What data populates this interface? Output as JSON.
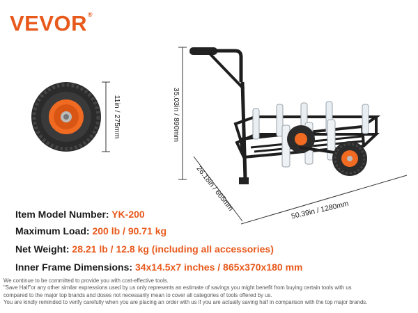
{
  "brand": {
    "name": "VEVOR",
    "reg_mark": "®",
    "color": "#e8591c"
  },
  "dimensions": {
    "wheel_diameter": "11in / 275mm",
    "height": "35.03in / 890mm",
    "width": "26.18in / 665mm",
    "length": "50.39in / 1280mm"
  },
  "specs": [
    {
      "label": "Item Model Number: ",
      "value": "YK-200"
    },
    {
      "label": "Maximum Load: ",
      "value": "200 lb / 90.71 kg"
    },
    {
      "label": "Net Weight: ",
      "value": "28.21 lb / 12.8 kg (including all accessories)"
    },
    {
      "label": "Inner Frame Dimensions: ",
      "value": "34x14.5x7 inches / 865x370x180 mm"
    }
  ],
  "disclaimer": [
    "We continue to be committed to provide you with cost-effective tools.",
    "\"Save Half\"or any other similar expressions used by us only represents an estimate of savings you might benefit from buying certain tools with us",
    "compared to the major top brands and doses not necessarily mean to cover all categories of tools offered by us.",
    "You are kindly reminded to verify carefully when you are placing an order with us if you are actually saving half in comparison with the top major brands."
  ],
  "colors": {
    "accent": "#e8591c",
    "tire": "#2b2b2b",
    "hub": "#f06a22",
    "frame": "#1e1e1e",
    "holder": "#e9eef2"
  }
}
